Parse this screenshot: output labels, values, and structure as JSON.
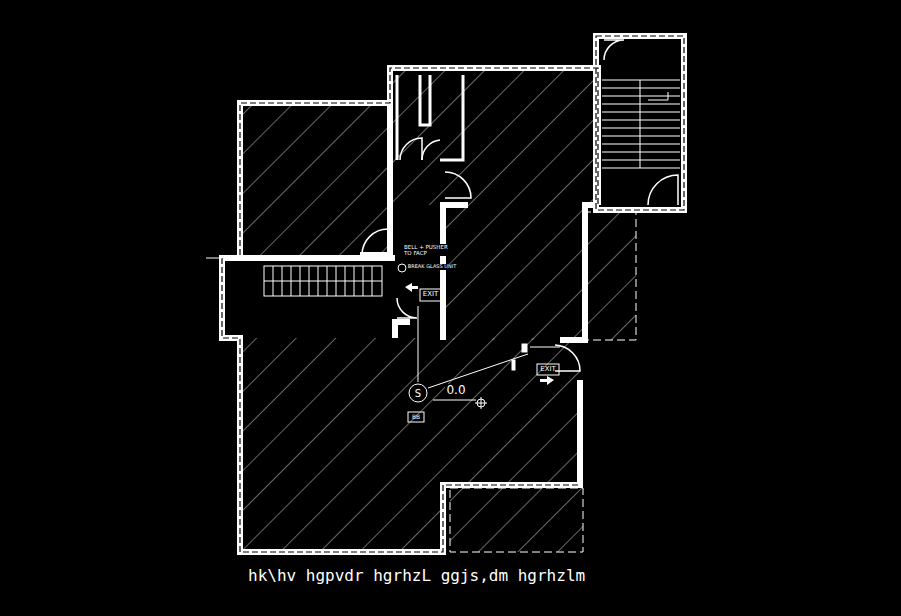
{
  "diagram": {
    "caption": "hk\\hv hgpvdr hgrhzL ggjs,dm hgrhzlm",
    "labels": [
      "BELL + PUSHER TO FACP",
      "BREAK GLASS UNIT",
      "EXIT",
      "S",
      "0.0",
      "BB",
      "EXIT"
    ]
  }
}
